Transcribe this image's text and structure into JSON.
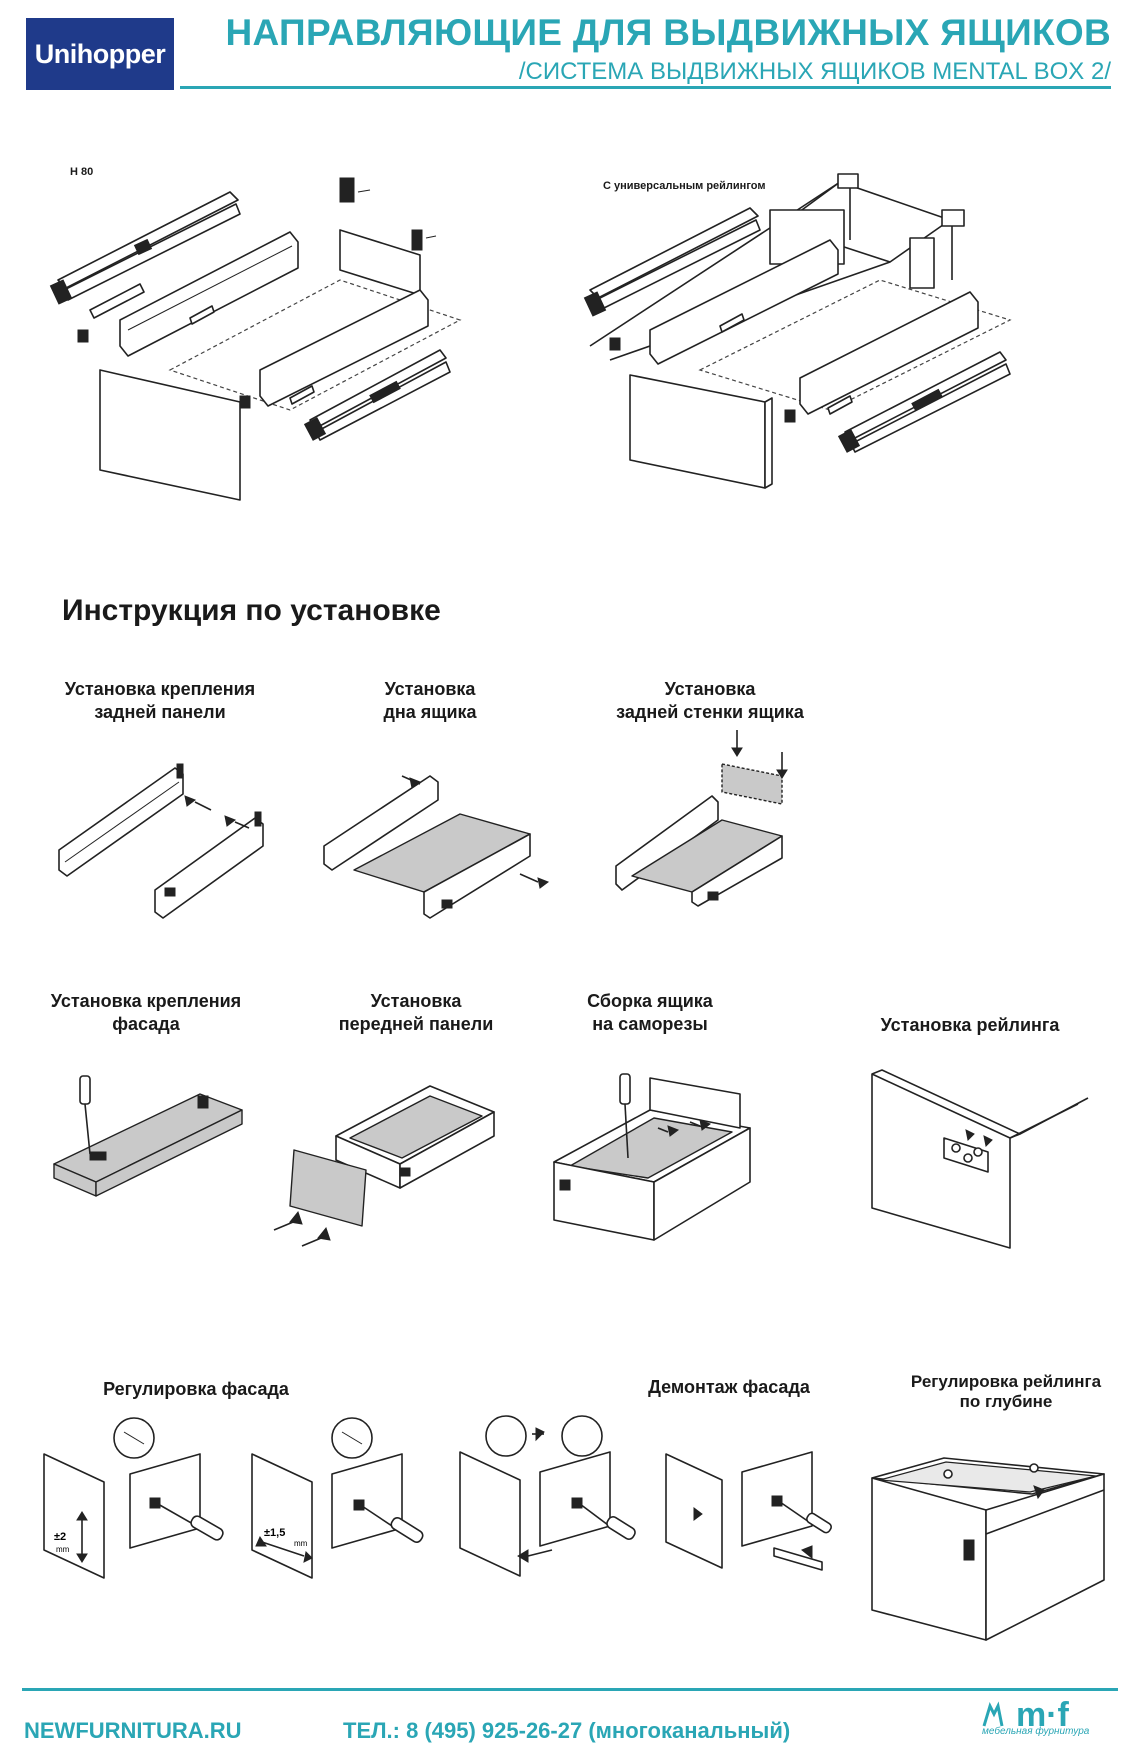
{
  "header": {
    "logo_text": "Unihopper",
    "title": "НАПРАВЛЯЮЩИЕ ДЛЯ ВЫДВИЖНЫХ ЯЩИКОВ",
    "subtitle": "/СИСТЕМА ВЫДВИЖНЫХ ЯЩИКОВ MENTAL BOX 2/"
  },
  "overview": {
    "left_caption": "H 80",
    "right_caption": "С универсальным рейлингом"
  },
  "instructions": {
    "title": "Инструкция по установке",
    "steps": [
      {
        "line1": "Установка крепления",
        "line2": "задней панели"
      },
      {
        "line1": "Установка",
        "line2": "дна ящика"
      },
      {
        "line1": "Установка",
        "line2": "задней стенки ящика"
      },
      {
        "line1": "Установка крепления",
        "line2": "фасада"
      },
      {
        "line1": "Установка",
        "line2": "передней панели"
      },
      {
        "line1": "Сборка ящика",
        "line2": "на саморезы"
      },
      {
        "line1": "Установка рейлинга",
        "line2": ""
      },
      {
        "line1": "Регулировка фасада",
        "line2": ""
      },
      {
        "line1": "Демонтаж фасада",
        "line2": ""
      },
      {
        "line1": "Регулировка рейлинга",
        "line2": "по глубине"
      }
    ],
    "adjust_labels": {
      "vertical": "±2",
      "horizontal": "±1,5",
      "unit": "mm"
    }
  },
  "footer": {
    "website": "NEWFURNITURA.RU",
    "phone": "ТЕЛ.: 8 (495) 925-26-27 (многоканальный)",
    "brand_logo": "m·f",
    "brand_tagline": "мебельная фурнитура"
  },
  "colors": {
    "accent": "#2aa6b5",
    "logo_bg": "#1f3a8a"
  },
  "icons": [
    "screwdriver-icon",
    "arrow-icon",
    "drawer-icon",
    "mf-logo-icon"
  ]
}
